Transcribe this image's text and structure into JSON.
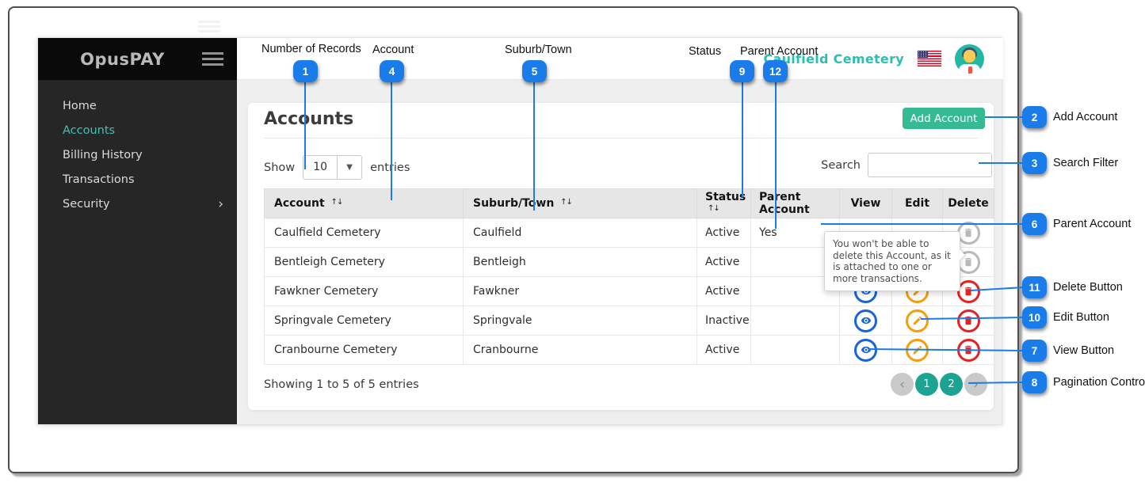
{
  "sidebar": {
    "brand": "OpusPAY",
    "items": [
      {
        "label": "Home"
      },
      {
        "label": "Accounts"
      },
      {
        "label": "Billing History"
      },
      {
        "label": "Transactions"
      },
      {
        "label": "Security"
      }
    ]
  },
  "header": {
    "account_name": "Caulfield Cemetery"
  },
  "page": {
    "title": "Accounts",
    "add_button": "Add Account",
    "show_label": "Show",
    "page_size": "10",
    "entries_label": "entries",
    "search_label": "Search",
    "search_value": "",
    "summary": "Showing 1 to 5 of 5 entries"
  },
  "table": {
    "headers": {
      "account": "Account",
      "suburb": "Suburb/Town",
      "status": "Status",
      "parent": "Parent Account",
      "view": "View",
      "edit": "Edit",
      "delete": "Delete"
    },
    "rows": [
      {
        "account": "Caulfield Cemetery",
        "suburb": "Caulfield",
        "status": "Active",
        "parent": "Yes"
      },
      {
        "account": "Bentleigh Cemetery",
        "suburb": "Bentleigh",
        "status": "Active",
        "parent": ""
      },
      {
        "account": "Fawkner Cemetery",
        "suburb": "Fawkner",
        "status": "Active",
        "parent": ""
      },
      {
        "account": "Springvale Cemetery",
        "suburb": "Springvale",
        "status": "Inactive",
        "parent": ""
      },
      {
        "account": "Cranbourne Cemetery",
        "suburb": "Cranbourne",
        "status": "Active",
        "parent": ""
      }
    ]
  },
  "tooltip": {
    "text": "You won't be able to delete this Account, as it is attached to one or more transactions."
  },
  "pagination": {
    "prev": "‹",
    "pages": [
      "1",
      "2"
    ],
    "next": "›"
  },
  "icons": {
    "sort": "↑↓",
    "dropdown": "▼",
    "chevron_right": "›"
  },
  "annotations": {
    "top": [
      {
        "num": "1",
        "label": "Number of Records"
      },
      {
        "num": "4",
        "label": "Account"
      },
      {
        "num": "5",
        "label": "Suburb/Town"
      },
      {
        "num": "9",
        "label": "Status"
      },
      {
        "num": "12",
        "label": "Parent Account"
      }
    ],
    "right": [
      {
        "num": "2",
        "label": "Add Account"
      },
      {
        "num": "3",
        "label": "Search Filter"
      },
      {
        "num": "6",
        "label": "Parent Account"
      },
      {
        "num": "11",
        "label": "Delete Button"
      },
      {
        "num": "10",
        "label": "Edit Button"
      },
      {
        "num": "7",
        "label": "View Button"
      },
      {
        "num": "8",
        "label": "Pagination Control"
      }
    ]
  },
  "colors": {
    "annotation_blue": "#1a7ce8",
    "accent_teal": "#2abfb0",
    "sidebar_active_teal": "#3fc3b2",
    "button_green": "#36ba93",
    "pagination_teal": "#1da391",
    "view_blue": "#1a63d8",
    "edit_orange": "#f59d0a",
    "delete_red": "#e52222",
    "disabled_gray": "#b9b9b9"
  }
}
